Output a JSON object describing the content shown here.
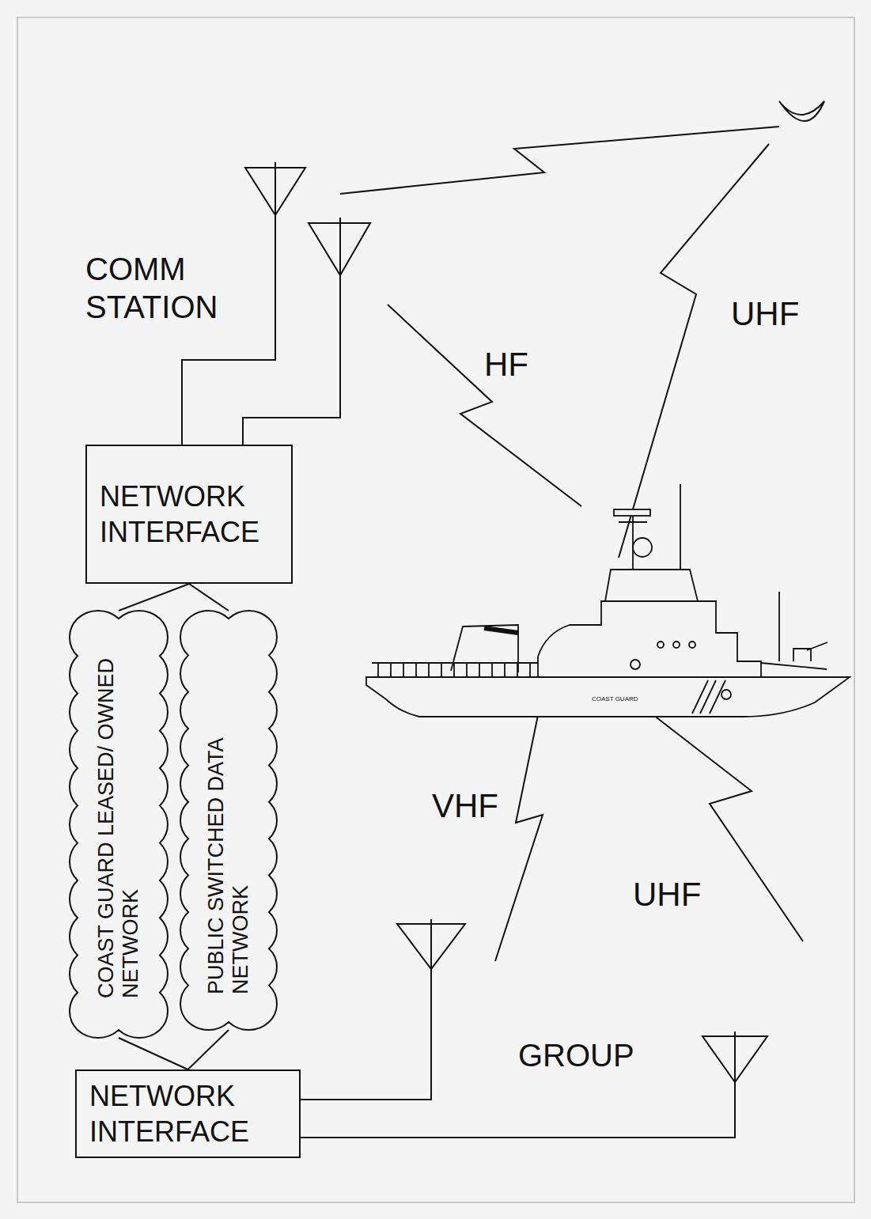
{
  "diagram": {
    "nodes": [
      {
        "text": [
          "NETWORK INTERFACE"
        ]
      },
      {
        "text": [
          "COAST GUARD LEASED/ OWNED NETWORK"
        ]
      },
      {
        "text": [
          "PUBLIC SWITCHED DATA NETWORK"
        ]
      },
      {
        "text": [
          "NETWORK INTERFACE"
        ]
      }
    ],
    "edges": [
      {
        "from": 0,
        "to": 1,
        "arrow": "none"
      },
      {
        "from": 0,
        "to": 2,
        "arrow": "none"
      },
      {
        "from": 1,
        "to": 3,
        "arrow": "none"
      },
      {
        "from": 2,
        "to": 3,
        "arrow": "none"
      }
    ],
    "labels": [
      "COMM STATION",
      "HF",
      "UHF",
      "VHF",
      "UHF",
      "GROUP",
      "COAST GUARD"
    ]
  }
}
